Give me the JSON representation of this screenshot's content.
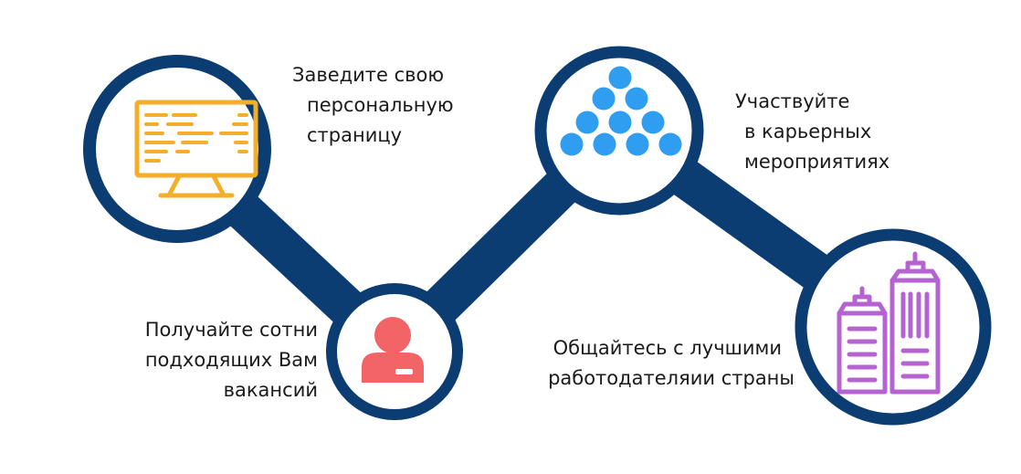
{
  "colors": {
    "ring": "#0c3d72",
    "monitor": "#f5ae2b",
    "dots": "#2f9ef0",
    "person": "#f26465",
    "buildings": "#b463d1",
    "text": "#1a1a1a"
  },
  "steps": [
    {
      "icon": "monitor-icon",
      "lines": [
        "Заведите свою",
        "персональную",
        "страницу"
      ]
    },
    {
      "icon": "person-icon",
      "lines": [
        "Получайте сотни",
        "подходящих Вам",
        "вакансий"
      ]
    },
    {
      "icon": "dots-pyramid-icon",
      "lines": [
        "Участвуйте",
        "в карьерных",
        "мероприятиях"
      ]
    },
    {
      "icon": "buildings-icon",
      "lines": [
        "Общайтесь с лучшими",
        "работодателяии страны"
      ]
    }
  ]
}
